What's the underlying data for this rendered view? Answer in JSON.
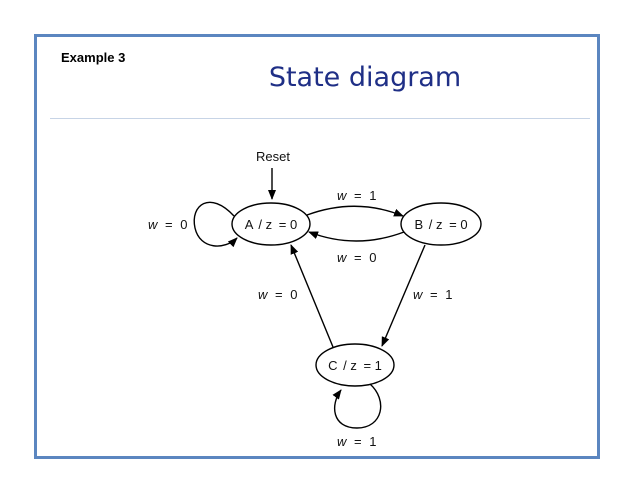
{
  "slide": {
    "example_label": "Example 3",
    "title": "State diagram"
  },
  "diagram": {
    "reset_label": "Reset",
    "states": {
      "a": {
        "name": "A",
        "output_var": "z",
        "output_value": "0"
      },
      "b": {
        "name": "B",
        "output_var": "z",
        "output_value": "0"
      },
      "c": {
        "name": "C",
        "output_var": "z",
        "output_value": "1"
      }
    },
    "transitions": {
      "a_self": {
        "var": "w",
        "value": "0"
      },
      "a_to_b": {
        "var": "w",
        "value": "1"
      },
      "b_to_a": {
        "var": "w",
        "value": "0"
      },
      "c_to_a": {
        "var": "w",
        "value": "0"
      },
      "b_to_c": {
        "var": "w",
        "value": "1"
      },
      "c_self": {
        "var": "w",
        "value": "1"
      }
    }
  },
  "colors": {
    "frame_border": "#5b86c0",
    "title_text": "#1f2f86",
    "divider": "#c7d4e6",
    "diagram_stroke": "#000000"
  }
}
